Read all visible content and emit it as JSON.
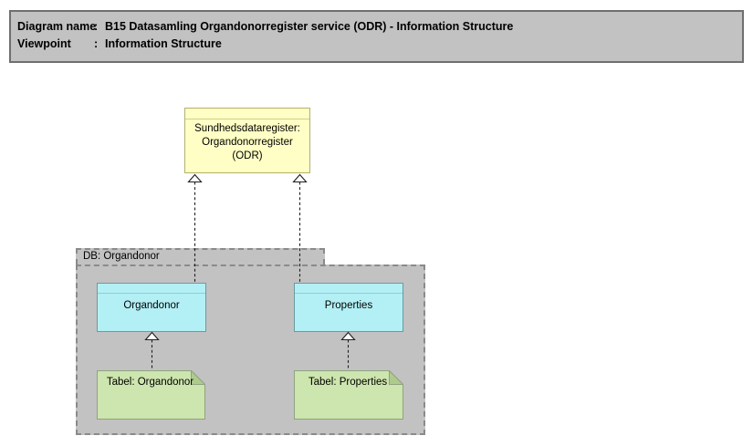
{
  "title_block": {
    "rows": [
      {
        "label": "Diagram name",
        "separator": ":",
        "value": "B15 Datasamling Organdonorregister service (ODR) - Information Structure"
      },
      {
        "label": "Viewpoint",
        "separator": ":",
        "value": "Information Structure"
      }
    ]
  },
  "diagram": {
    "service_node": {
      "label": "Sundhedsdataregister: Organdonorregister (ODR)"
    },
    "group_node": {
      "label": "DB: Organdonor"
    },
    "data_object_nodes": [
      {
        "label": "Organdonor"
      },
      {
        "label": "Properties"
      }
    ],
    "table_nodes": [
      {
        "label": "Tabel: Organdonor"
      },
      {
        "label": "Tabel: Properties"
      }
    ],
    "relations": [
      {
        "type": "realization",
        "style": "dashed-line-hollow-triangle",
        "from": "Organdonor",
        "to": "Sundhedsdataregister: Organdonorregister (ODR)"
      },
      {
        "type": "realization",
        "style": "dashed-line-hollow-triangle",
        "from": "Properties",
        "to": "Sundhedsdataregister: Organdonorregister (ODR)"
      },
      {
        "type": "realization",
        "style": "dashed-line-hollow-triangle",
        "from": "Tabel: Organdonor",
        "to": "Organdonor"
      },
      {
        "type": "realization",
        "style": "dashed-line-hollow-triangle",
        "from": "Tabel: Properties",
        "to": "Properties"
      }
    ],
    "colors": {
      "title_fill": "#c2c2c2",
      "title_border": "#6f6f6f",
      "service_fill": "#ffffc5",
      "service_border": "#b1b16d",
      "group_fill": "#c2c2c2",
      "group_border": "#8a8a8a",
      "data_object_fill": "#b3f0f5",
      "data_object_border": "#6d99a1",
      "table_fill": "#cde5ae",
      "table_border": "#90a37f",
      "table_fold_fill": "#aecb8e",
      "connector": "#1f1f1f"
    }
  }
}
